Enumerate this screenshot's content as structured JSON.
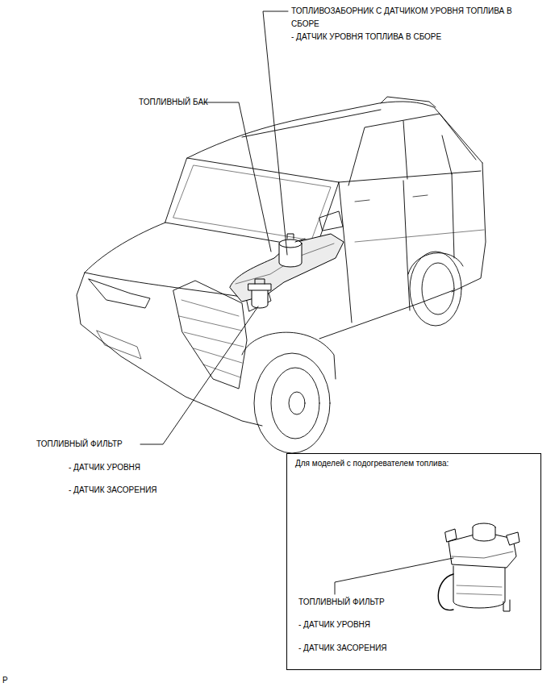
{
  "diagram": {
    "nodes": [
      {
        "text": [
          "Для моделей с подогревателем топлива:",
          "ТОПЛИВНЫЙ ФИЛЬТР",
          "- ДАТЧИК УРОВНЯ",
          "- ДАТЧИК ЗАСОРЕНИЯ"
        ]
      }
    ],
    "labels": [
      "ТОПЛИВОЗАБОРНИК С ДАТЧИКОМ УРОВНЯ ТОПЛИВА В СБОРЕ",
      "- ДАТЧИК УРОВНЯ ТОПЛИВА В СБОРЕ",
      "ТОПЛИВНЫЙ БАК",
      "ТОПЛИВНЫЙ ФИЛЬТР",
      "- ДАТЧИК УРОВНЯ",
      "- ДАТЧИК ЗАСОРЕНИЯ",
      "P"
    ]
  }
}
